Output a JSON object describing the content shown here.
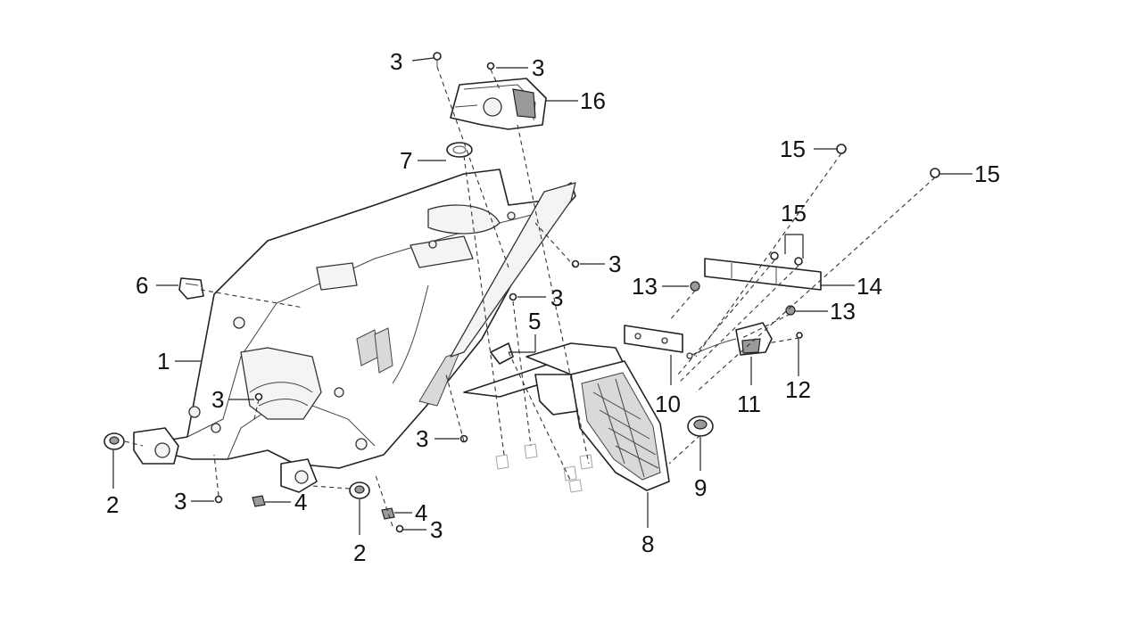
{
  "diagram": {
    "callouts": [
      {
        "id": "c-3-top",
        "text": "3"
      },
      {
        "id": "c-3-top2",
        "text": "3"
      },
      {
        "id": "c-16",
        "text": "16"
      },
      {
        "id": "c-7",
        "text": "7"
      },
      {
        "id": "c-15-a",
        "text": "15"
      },
      {
        "id": "c-15-b",
        "text": "15"
      },
      {
        "id": "c-15-c",
        "text": "15"
      },
      {
        "id": "c-3-right",
        "text": "3"
      },
      {
        "id": "c-13-left",
        "text": "13"
      },
      {
        "id": "c-14",
        "text": "14"
      },
      {
        "id": "c-13-right",
        "text": "13"
      },
      {
        "id": "c-6",
        "text": "6"
      },
      {
        "id": "c-3-mid",
        "text": "3"
      },
      {
        "id": "c-5",
        "text": "5"
      },
      {
        "id": "c-1",
        "text": "1"
      },
      {
        "id": "c-3-left",
        "text": "3"
      },
      {
        "id": "c-10",
        "text": "10"
      },
      {
        "id": "c-11",
        "text": "11"
      },
      {
        "id": "c-12",
        "text": "12"
      },
      {
        "id": "c-3-bottom-mid",
        "text": "3"
      },
      {
        "id": "c-9",
        "text": "9"
      },
      {
        "id": "c-2-left",
        "text": "2"
      },
      {
        "id": "c-3-bottom-left",
        "text": "3"
      },
      {
        "id": "c-4-left",
        "text": "4"
      },
      {
        "id": "c-4-right",
        "text": "4"
      },
      {
        "id": "c-3-bottom-right",
        "text": "3"
      },
      {
        "id": "c-2-right",
        "text": "2"
      },
      {
        "id": "c-8",
        "text": "8"
      }
    ]
  }
}
